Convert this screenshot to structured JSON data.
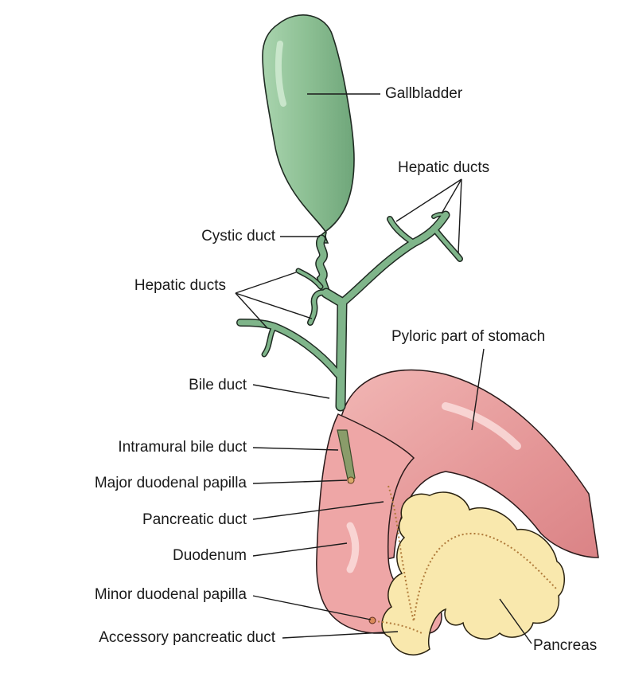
{
  "labels": {
    "gallbladder": "Gallbladder",
    "hepatic_ducts_right": "Hepatic ducts",
    "cystic_duct": "Cystic duct",
    "hepatic_ducts_left": "Hepatic ducts",
    "pyloric": "Pyloric part of stomach",
    "bile_duct": "Bile duct",
    "intramural": "Intramural bile duct",
    "major_papilla": "Major duodenal papilla",
    "pancreatic_duct": "Pancreatic duct",
    "duodenum": "Duodenum",
    "minor_papilla": "Minor duodenal papilla",
    "accessory_duct": "Accessory pancreatic duct",
    "pancreas": "Pancreas"
  },
  "colors": {
    "gallbladder": "#8fc196",
    "duct": "#7fb58a",
    "outline": "#1f2a22",
    "stomach": "#e8a0a0",
    "stomach_dark": "#d98a8c",
    "pancreas": "#f8e6a6",
    "leader": "#1a1a1a"
  }
}
